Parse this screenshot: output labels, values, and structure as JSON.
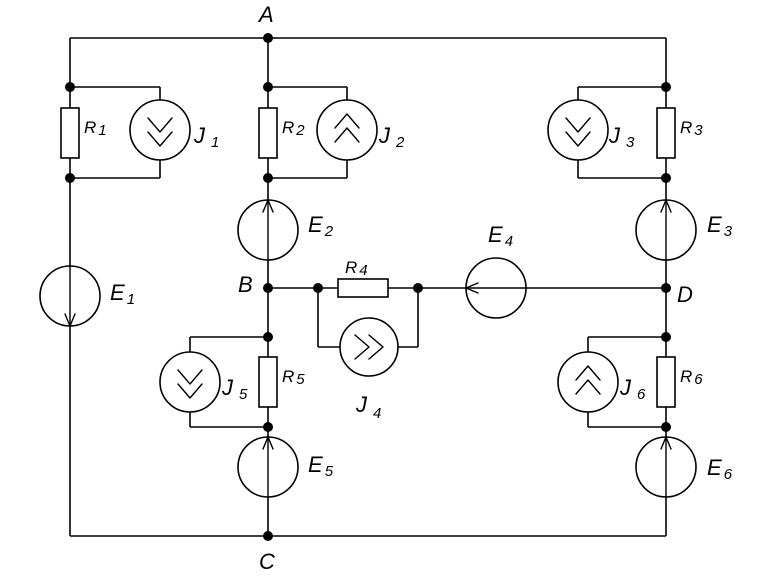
{
  "nodes": {
    "a": "A",
    "b": "B",
    "c": "C",
    "d": "D"
  },
  "labels": {
    "r1": {
      "main": "R",
      "sub": "1"
    },
    "r2": {
      "main": "R",
      "sub": "2"
    },
    "r3": {
      "main": "R",
      "sub": "3"
    },
    "r4": {
      "main": "R",
      "sub": "4"
    },
    "r5": {
      "main": "R",
      "sub": "5"
    },
    "r6": {
      "main": "R",
      "sub": "6"
    },
    "j1": {
      "main": "J",
      "sub": "1"
    },
    "j2": {
      "main": "J",
      "sub": "2"
    },
    "j3": {
      "main": "J",
      "sub": "3"
    },
    "j4": {
      "main": "J",
      "sub": "4"
    },
    "j5": {
      "main": "J",
      "sub": "5"
    },
    "j6": {
      "main": "J",
      "sub": "6"
    },
    "e1": {
      "main": "E",
      "sub": "1"
    },
    "e2": {
      "main": "E",
      "sub": "2"
    },
    "e3": {
      "main": "E",
      "sub": "3"
    },
    "e4": {
      "main": "E",
      "sub": "4"
    },
    "e5": {
      "main": "E",
      "sub": "5"
    },
    "e6": {
      "main": "E",
      "sub": "6"
    }
  }
}
